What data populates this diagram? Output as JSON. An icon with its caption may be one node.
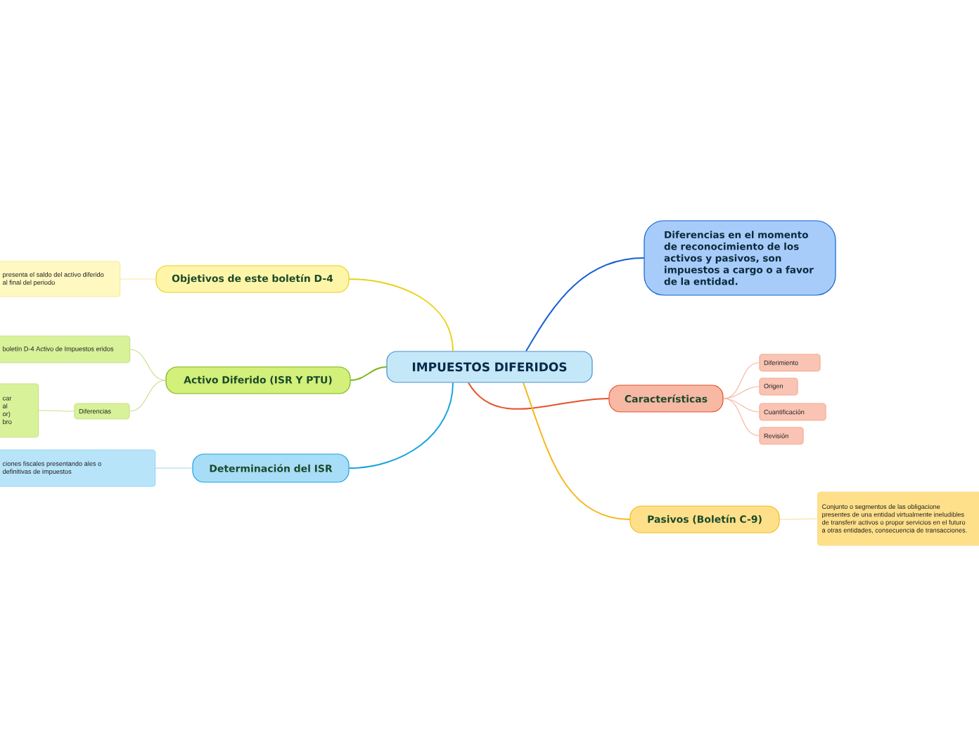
{
  "diagram": {
    "nodes": [
      {
        "text": [
          "IMPUESTOS DIFERIDOS"
        ]
      },
      {
        "text": [
          "Objetivos de este boletín D-4"
        ]
      },
      {
        "text": [
          "presenta el saldo del activo diferido al final del periodo"
        ]
      },
      {
        "text": [
          "Activo Diferido (ISR Y PTU)"
        ]
      },
      {
        "text": [
          "boletín D-4 Activo de Impuestos eridos"
        ]
      },
      {
        "text": [
          "Diferencias"
        ]
      },
      {
        "text": [
          "car al or) bro"
        ]
      },
      {
        "text": [
          "Determinación del ISR"
        ]
      },
      {
        "text": [
          "ciones fiscales presentando ales o definitivas de impuestos"
        ]
      },
      {
        "text": [
          "Diferencias en el momento de reconocimiento de los activos y pasivos, son impuestos a cargo o a favor de la entidad."
        ]
      },
      {
        "text": [
          "Características"
        ]
      },
      {
        "text": [
          "Diferimiento"
        ]
      },
      {
        "text": [
          "Origen"
        ]
      },
      {
        "text": [
          "Cuantificación"
        ]
      },
      {
        "text": [
          "Revisión"
        ]
      },
      {
        "text": [
          "Pasivos (Boletín C-9)"
        ]
      },
      {
        "text": [
          "Conjunto o segmentos de las obligacione presentes de una entidad virtualmente ineludibles de transferir activos o propor servicios en el futuro a otras entidades, consecuencia de transacciones."
        ]
      }
    ],
    "edges": [
      {
        "from": 0,
        "to": 1,
        "arrow": "none",
        "color": "#e8d21a"
      },
      {
        "from": 0,
        "to": 3,
        "arrow": "none",
        "color": "#7cb518"
      },
      {
        "from": 0,
        "to": 7,
        "arrow": "none",
        "color": "#1aa3e0"
      },
      {
        "from": 0,
        "to": 9,
        "arrow": "none",
        "color": "#1660d0"
      },
      {
        "from": 0,
        "to": 10,
        "arrow": "none",
        "color": "#e8502a"
      },
      {
        "from": 0,
        "to": 15,
        "arrow": "none",
        "color": "#f5b81a"
      },
      {
        "from": 1,
        "to": 2,
        "arrow": "none",
        "color": "#f5ea9a"
      },
      {
        "from": 3,
        "to": 4,
        "arrow": "none",
        "color": "#c8e08a"
      },
      {
        "from": 3,
        "to": 5,
        "arrow": "none",
        "color": "#c8e08a"
      },
      {
        "from": 5,
        "to": 6,
        "arrow": "none",
        "color": "#c8e08a"
      },
      {
        "from": 7,
        "to": 8,
        "arrow": "none",
        "color": "#9ad6f2"
      },
      {
        "from": 10,
        "to": 11,
        "arrow": "none",
        "color": "#f7b8a4"
      },
      {
        "from": 10,
        "to": 12,
        "arrow": "none",
        "color": "#f7b8a4"
      },
      {
        "from": 10,
        "to": 13,
        "arrow": "none",
        "color": "#f7b8a4"
      },
      {
        "from": 10,
        "to": 14,
        "arrow": "none",
        "color": "#f7b8a4"
      },
      {
        "from": 15,
        "to": 16,
        "arrow": "none",
        "color": "#f9dc90"
      }
    ]
  }
}
